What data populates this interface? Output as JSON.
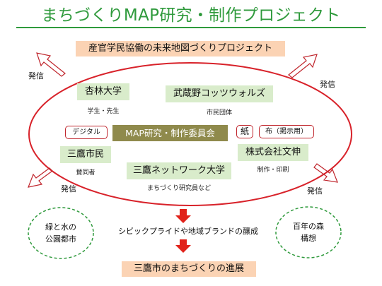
{
  "title": "まちづくりMAP研究・制作プロジェクト",
  "banner": "産官学民協働の未来地図づくりプロジェクト",
  "members": {
    "kyorin": {
      "name": "杏林大学",
      "role": "学生・先生"
    },
    "musashino": {
      "name": "武蔵野コッツウォルズ",
      "role": "市民団体"
    },
    "mitaka_citizens": {
      "name": "三鷹市民",
      "role": "賛同者"
    },
    "bunshin": {
      "name": "株式会社文伸",
      "role": "制作・印刷"
    },
    "mitaka_network": {
      "name": "三鷹ネットワーク大学",
      "role": "まちづくり研究員など"
    }
  },
  "committee": "MAP研究・制作委員会",
  "media": {
    "digital": "デジタル",
    "paper": "紙",
    "cloth": "布（掲示用）"
  },
  "outreach": {
    "top_left": "発信",
    "top_right": "発信",
    "bottom_left": "発信",
    "bottom_right": "発信"
  },
  "goals": {
    "left": [
      "緑と水の",
      "公園都市"
    ],
    "right": [
      "百年の森",
      "構想"
    ]
  },
  "outcome": "シビックプライドや地域ブランドの醸成",
  "result": "三鷹市のまちづくりの進展",
  "colors": {
    "title_green": "#2f9a3c",
    "ellipse_red": "#d8222a",
    "member_green": "#d9eccb",
    "committee_olive": "#8f8a4c",
    "banner_peach": "#fbd3b4",
    "circle_green": "#2f9a3c",
    "arrow_red": "#e1221a"
  }
}
